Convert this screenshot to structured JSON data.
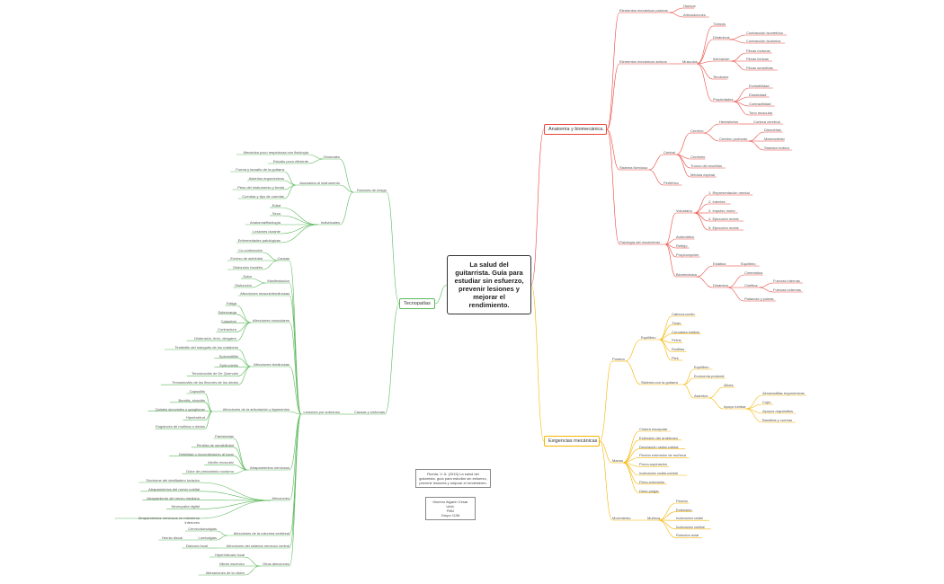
{
  "central": "La salud del guitarrista. Guía para estudiar sin esfuerzo,  prevenir lesiones y mejorar el rendimiento.",
  "colors": {
    "anatomia": "#e8453c",
    "exigencias": "#f5b400",
    "tecnopatias": "#5cb85c"
  },
  "notes": {
    "reference": "Rueda, V. A. (2015) La salud del guitarrista. guía para estudiar sin esfuerzo, prevenir lesiones y mejorar el rendimiento.",
    "author": "Moreno Algarín Cesar Uriel.\nFMU\nGrupo 1106"
  },
  "anatomia": {
    "label": "Anatomía y biomecánica.",
    "elem_pasivos": "Elementos mecánicos pasivos",
    "huesos": "Huesos",
    "articulaciones": "Articulaciones",
    "elem_activos": "Elementos mecánicos activos",
    "musculos": "Músculos",
    "tonicos": "Tónicos",
    "dinamicos": "Dinámicos",
    "contraccion_isometrica": "Contracción isométrica",
    "contraccion_isotonica": "Contracción isotónica",
    "inervacion": "Inervación",
    "fibras_motoras": "Fibras motoras",
    "fibras_tonicas": "Fibras tónicas",
    "fibras_sensitivas": "Fibras sensitivas",
    "tendones": "Tendones",
    "propiedades": "Propiedades",
    "excitabilidad": "Excitabilidad",
    "elasticidad": "Elasticidad",
    "contractilidad": "Contractilidad",
    "tono_muscular": "Tono muscular",
    "sistema_nervioso": "Sistema Nervioso",
    "central": "Central",
    "cerebro": "Cerebro",
    "hemisferios": "Hemisferios",
    "corteza_cerebral": "Corteza cerebral",
    "cerebro_profundo": "Cerebro profundo",
    "diencefalo": "Diencéfalo",
    "mesencefalo": "Mesencéfalo",
    "sistema_limbico": "Sistema límbico",
    "cerebelo": "Cerebelo",
    "tronco_encefalo": "Tronco del encéfalo",
    "medula": "Médula espinal",
    "periferico": "Periférico",
    "fisiologia": "Fisiología del movimiento",
    "voluntario": "Voluntario",
    "v1": "1. Representación mental",
    "v2": "2.  Intentes",
    "v3": "3. Impulso motor",
    "v4": "4. Ejecución motriz",
    "v5": "5. Ejecución motriz",
    "automatico": "Automático",
    "reflejo": "Reflejo",
    "propiocepcion": "Propiocepción",
    "biomecanica": "Biomecánica",
    "estatica": "Estática",
    "equilibrio": "Equilibrio",
    "dinamica": "Dinámica",
    "cinematica": "Cinemática",
    "cinetica": "Cinética",
    "fuerzas_internas": "Fuerzas internas",
    "fuerzas_externas": "Fuerzas externas",
    "palancas": "Palancas y poleas"
  },
  "exigencias": {
    "label": "Exigencias mecánicas",
    "postura": "Postura",
    "equilibrio": "Equilibrio",
    "e1": "Cabeza-cuello",
    "e2": "Tórax",
    "e3": "Curvatura lumbar",
    "e4": "Pelvis",
    "e5": "Rodillas",
    "e6": "Pies",
    "sistema_guitarra": "Sistema con la guitarra",
    "s_equilibrio": "Equilibrio",
    "s_economia": "Economía postural",
    "s_asientos": "Asientos",
    "s_altura": "Altura",
    "s_apoyo": "Apoyo lumbar",
    "s_almohadillas": "Almohadillas ergonómicas",
    "s_cojin": "Cojín",
    "s_apoyapie": "Apoyos reguladitos",
    "s_banditas": "Banditas y correas",
    "manos": "Manos",
    "m1": "Cintura escapular",
    "m2": "Extensión del antebrazo",
    "m3": "Desviación radial-cubital",
    "m4": "Flexión extensión de muñeca",
    "m5": "Prono-supinación",
    "m6": "Inclinación radial-cubital",
    "m7": "Flexo-extensión",
    "m8": "Dedo pulgar",
    "movimiento": "Movimiento",
    "muneca": "Muñeca",
    "mu1": "Flexión",
    "mu2": "Extensión",
    "mu3": "Inclinación radial",
    "mu4": "Inclinación cubital",
    "mu5": "Rotación axial"
  },
  "tecnopatias": {
    "label": "Tecnopatías",
    "factores": "Factores de riesgo",
    "generales": "Generales",
    "g1": "Mecánica poco respetuosa con fisiología",
    "g2": "Estudio poco eficiente",
    "asociados": "Asociados al instrumento",
    "a1": "Forma y tamaño de la guitarra",
    "a2": "Asientos ergonómicos",
    "a3": "Peso del instrumento y funda",
    "a4": "Cuerdas y tipo de cuerdas",
    "individuales": "Individuales",
    "i1": "Edad",
    "i2": "Sexo",
    "i3": "Anatomía/fisiología",
    "i4": "Lesiones durante",
    "i5": "Enfermedades patológicas",
    "lesiones": "Lesiones por sobreuso",
    "causas_sintomas": "Causas y síntomas",
    "causas": "Causas",
    "c1": "Co-contracción",
    "c2": "Exceso de actividad",
    "c3": "Distorsión focal/es",
    "manifestacion": "Manifestación",
    "mf1": "Dolor",
    "mf2": "Disfunción",
    "afec_musculo_tendinosas": "Afecciones musculotendinosas",
    "afec_musculares": "Afecciones musculares",
    "am1": "Fatiga",
    "am2": "Sobrecarga",
    "am3": "Calambre",
    "am4": "Contractura",
    "am5": "Distensión, tirón, desgarre",
    "afec_tendinosas": "Afecciones tendinosas",
    "at1": "Tendinitis del manguito de los rotadores",
    "at2": "Epicondilitis",
    "at3": "Epitrocleítis",
    "at4": "Tenosinovitis de De Quervain",
    "at5": "Tenosinovitis de los flexores de los dedos",
    "afec_articulacion": "Afecciones de la articulación y ligamentos",
    "aa1": "Capsulitis",
    "aa2": "Bursitis, sinovitis",
    "aa3": "Quistes sinoviales o ganglionar",
    "aa4": "Hiperlaxitud",
    "aa5": "Esguinces de muñeca o dedos",
    "atrapamientos": "Atrapamientos nerviosos",
    "an1": "Parestesias",
    "an2": "Pérdida de sensibilidad",
    "an3": "Debilidad o incoordinación al tocar",
    "an4": "Atrofia muscular",
    "an5": "Dolor de predominio nocturno",
    "afecciones": "Afecciones",
    "af1": "Síndrome del desfiladero torácico",
    "af2": "Atrapamientos del nervio cubital",
    "af3": "Atrapamiento del nervio mediano",
    "af4": "Neuropatía digital",
    "af5": "Atrapamientos nerviosos en miembros inferiores",
    "columna": "Afecciones de la columna vertebral",
    "co1": "Cervicodorsalgias",
    "co2": "Lumbalgias",
    "co3": "Hernia discal",
    "snc": "Afecciones del sistema nervioso central",
    "snc1": "Distonía focal",
    "otras": "Otras afecciones",
    "ot1": "Hiperhidrosis focal",
    "ot2": "Miedo escénico",
    "ot3": "Alteraciones de la visión"
  }
}
